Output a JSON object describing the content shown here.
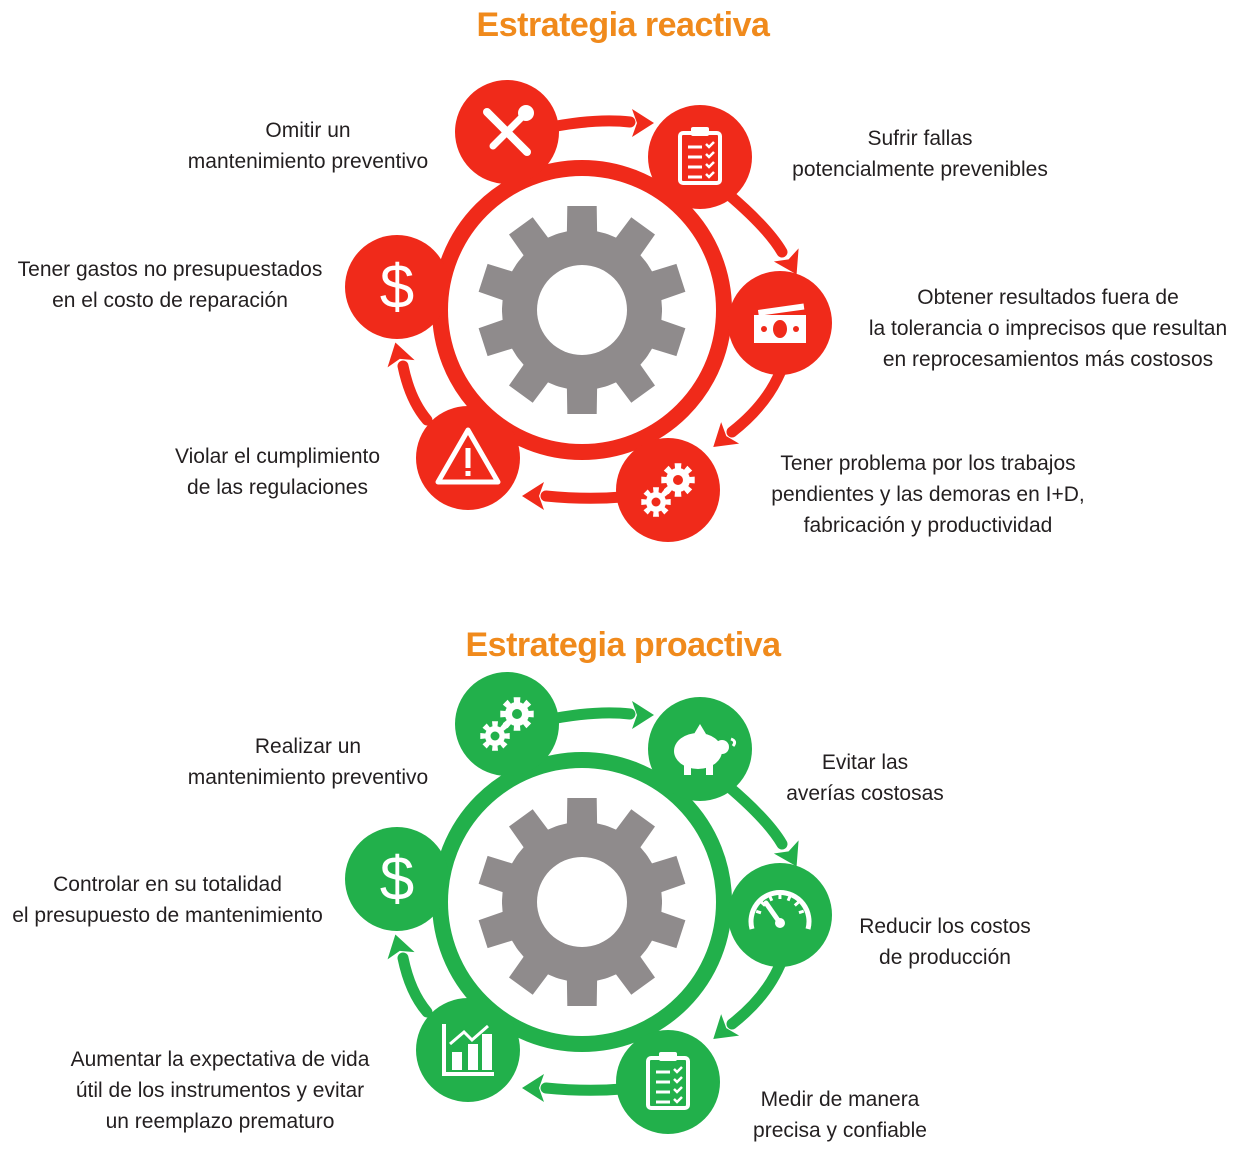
{
  "reactive": {
    "title": "Estrategia reactiva",
    "color": "#f02a1a",
    "steps": [
      {
        "icon": "tools-icon",
        "lines": [
          "Omitir un",
          "mantenimiento preventivo"
        ]
      },
      {
        "icon": "clipboard-checklist-icon",
        "lines": [
          "Sufrir fallas",
          "potencialmente prevenibles"
        ]
      },
      {
        "icon": "money-bill-icon",
        "lines": [
          "Obtener resultados fuera de",
          "la tolerancia o imprecisos que resultan",
          "en reprocesamientos más costosos"
        ]
      },
      {
        "icon": "gears-icon",
        "lines": [
          "Tener problema por los trabajos",
          "pendientes y las demoras en I+D,",
          "fabricación y productividad"
        ]
      },
      {
        "icon": "warning-icon",
        "lines": [
          "Violar el cumplimiento",
          "de las regulaciones"
        ]
      },
      {
        "icon": "dollar-icon",
        "lines": [
          "Tener gastos no presupuestados",
          "en el costo de reparación"
        ]
      }
    ]
  },
  "proactive": {
    "title": "Estrategia proactiva",
    "color": "#22b04b",
    "steps": [
      {
        "icon": "gears-icon",
        "lines": [
          "Realizar un",
          "mantenimiento preventivo"
        ]
      },
      {
        "icon": "piggy-bank-icon",
        "lines": [
          "Evitar las",
          "averías costosas"
        ]
      },
      {
        "icon": "gauge-icon",
        "lines": [
          "Reducir los costos",
          "de producción"
        ]
      },
      {
        "icon": "clipboard-checklist-icon",
        "lines": [
          "Medir de manera",
          "precisa y confiable"
        ]
      },
      {
        "icon": "growth-chart-icon",
        "lines": [
          "Aumentar la expectativa de vida",
          "útil de los instrumentos y evitar",
          "un reemplazo prematuro"
        ]
      },
      {
        "icon": "dollar-icon",
        "lines": [
          "Controlar en su totalidad",
          "el presupuesto de mantenimiento"
        ]
      }
    ]
  }
}
